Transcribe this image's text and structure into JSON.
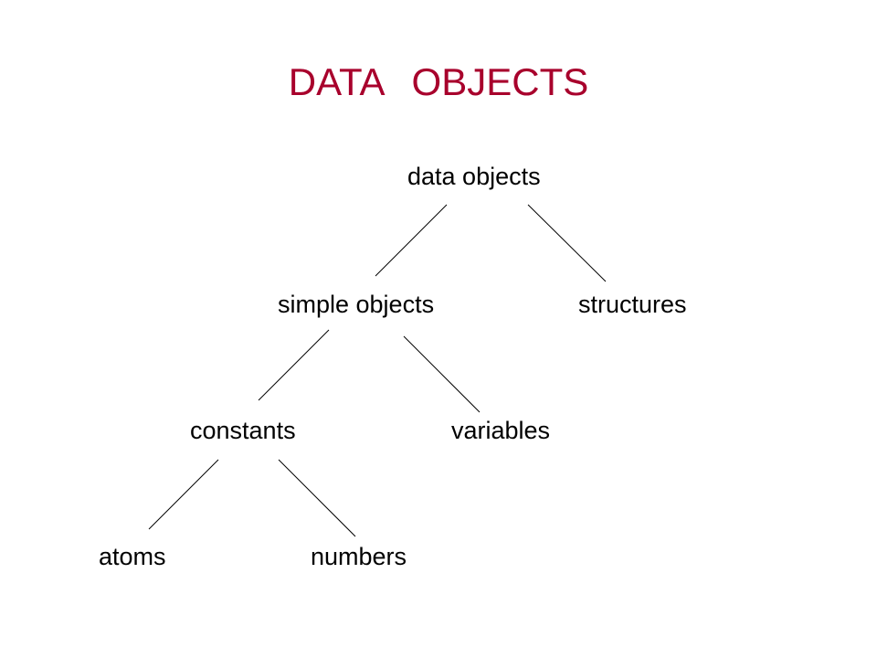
{
  "slide": {
    "title": "DATA  OBJECTS"
  },
  "tree": {
    "root": "data objects",
    "level1": {
      "left": "simple objects",
      "right": "structures"
    },
    "level2": {
      "left": "constants",
      "right": "variables"
    },
    "level3": {
      "left": "atoms",
      "right": "numbers"
    }
  },
  "colors": {
    "title": "#a8002c",
    "text": "#000000",
    "lines": "#000000",
    "background": "#ffffff"
  }
}
